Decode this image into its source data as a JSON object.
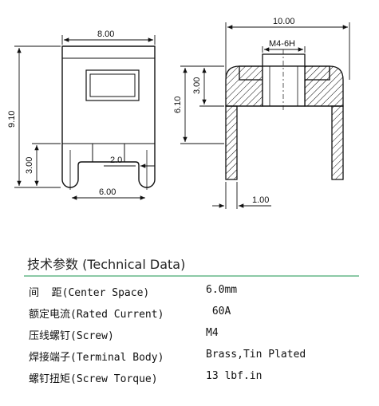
{
  "drawing": {
    "front_view": {
      "width_label": "8.00",
      "height_label": "9.10",
      "lower_height_label": "3.00",
      "slot_gap_label": "2.0",
      "slot_spacing_label": "6.00"
    },
    "side_view": {
      "width_label": "10.00",
      "thread_label": "M4-6H",
      "height_label": "6.10",
      "upper_height_label": "3.00",
      "thickness_label": "1.00"
    }
  },
  "specs": {
    "title": "技术参数 (Technical Data)",
    "rows": [
      {
        "label": "间  距(Center Space)",
        "value": "6.0mm"
      },
      {
        "label": "额定电流(Rated Current)",
        "value": " 60A"
      },
      {
        "label": "压线螺钉(Screw)",
        "value": "M4"
      },
      {
        "label": "焊接端子(Terminal Body)",
        "value": "Brass,Tin Plated"
      },
      {
        "label": "螺钉扭矩(Screw Torque)",
        "value": "13 lbf.in"
      }
    ]
  }
}
